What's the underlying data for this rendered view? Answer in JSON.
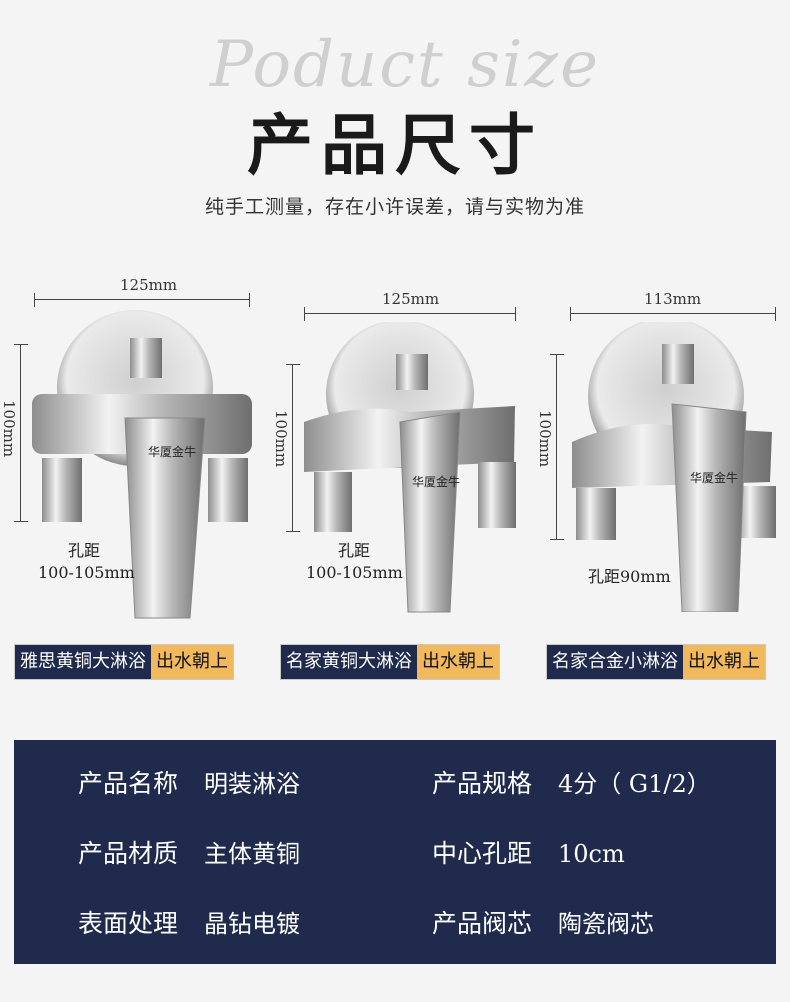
{
  "header": {
    "script_text": "Poduct size",
    "title": "产品尺寸",
    "subtitle": "纯手工测量，存在小许误差，请与实物为准"
  },
  "products": [
    {
      "width_label": "125mm",
      "height_label": "100mm",
      "hole_label_line1": "孔距",
      "hole_label_line2": "100-105mm",
      "brand_mark": "华厦金牛",
      "tag_name": "雅思黄铜大淋浴",
      "tag_note": "出水朝上"
    },
    {
      "width_label": "125mm",
      "height_label": "100mm",
      "hole_label_line1": "孔距",
      "hole_label_line2": "100-105mm",
      "brand_mark": "华厦金牛",
      "tag_name": "名家黄铜大淋浴",
      "tag_note": "出水朝上"
    },
    {
      "width_label": "113mm",
      "height_label": "100mm",
      "hole_label_line1": "孔距90mm",
      "hole_label_line2": "",
      "brand_mark": "华厦金牛",
      "tag_name": "名家合金小淋浴",
      "tag_note": "出水朝上"
    }
  ],
  "specs": [
    {
      "key": "产品名称",
      "value": "明装淋浴"
    },
    {
      "key": "产品规格",
      "value": "4分（ G1/2）"
    },
    {
      "key": "产品材质",
      "value": "主体黄铜"
    },
    {
      "key": "中心孔距",
      "value": "10cm"
    },
    {
      "key": "表面处理",
      "value": "晶钻电镀"
    },
    {
      "key": "产品阀芯",
      "value": "陶瓷阀芯"
    }
  ],
  "colors": {
    "navy": "#1f2a4d",
    "gold": "#f1b95c",
    "background": "#f4f4f4"
  }
}
